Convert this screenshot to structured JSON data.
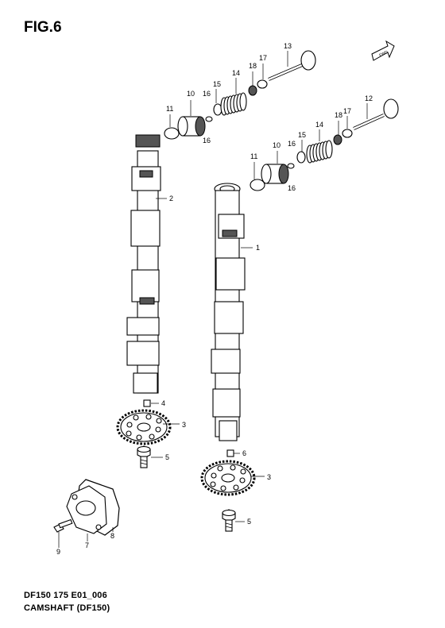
{
  "figure": {
    "title": "FIG.6",
    "fwd_badge": "FWD",
    "code": "DF150 175 E01_006",
    "caption": "CAMSHAFT (DF150)"
  },
  "callouts": {
    "p1": "1",
    "p2": "2",
    "p3a": "3",
    "p3b": "3",
    "p4": "4",
    "p5a": "5",
    "p5b": "5",
    "p6": "6",
    "p7": "7",
    "p8": "8",
    "p9": "9",
    "p10a": "10",
    "p10b": "10",
    "p11a": "11",
    "p11b": "11",
    "p12": "12",
    "p13": "13",
    "p14a": "14",
    "p14b": "14",
    "p15a": "15",
    "p15b": "15",
    "p16a": "16",
    "p16b": "16",
    "p16c": "16",
    "p16d": "16",
    "p17a": "17",
    "p17b": "17",
    "p18a": "18",
    "p18b": "18"
  }
}
